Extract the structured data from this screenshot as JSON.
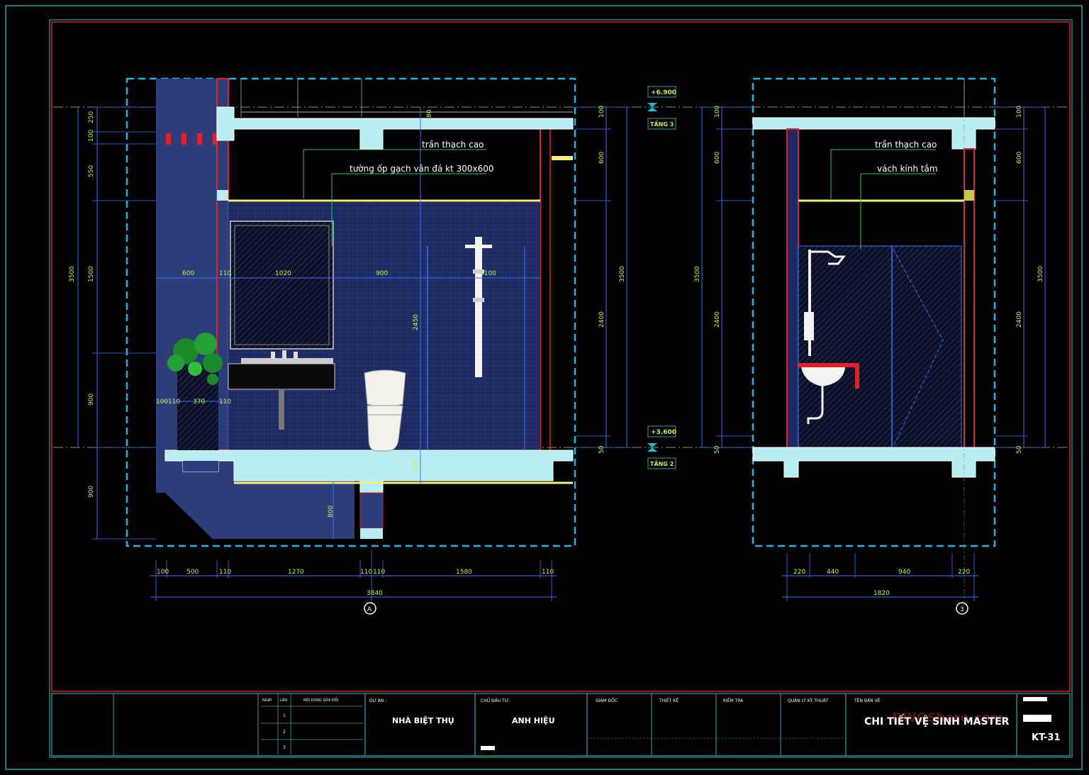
{
  "elevation_a": {
    "annotations": {
      "ceiling_label": "trần thạch cao",
      "wall_tile_label": "tường ốp gạch vân đá kt 300x600"
    },
    "left_dims": [
      "250",
      "100",
      "550",
      "1500",
      "900",
      "900"
    ],
    "left_total": "3500",
    "right_dims": [
      "100",
      "600",
      "2400",
      "50"
    ],
    "right_total": "3500",
    "inner_dims": [
      "600",
      "110",
      "1020",
      "900",
      "1100"
    ],
    "lower_inner_dims": [
      "100",
      "110",
      "370",
      "110"
    ],
    "vertical_inner": [
      "80",
      "2450",
      "300",
      "800"
    ],
    "bottom_dims": [
      "100",
      "500",
      "110",
      "1270",
      "110",
      "110",
      "1580",
      "110"
    ],
    "bottom_total": "3840",
    "axis_marker": "A"
  },
  "levels": {
    "upper": {
      "value": "+6.900",
      "floor": "TẦNG 3"
    },
    "lower": {
      "value": "+3.600",
      "floor": "TẦNG 2"
    }
  },
  "elevation_b": {
    "annotations": {
      "ceiling_label": "trần thạch cao",
      "glass_label": "vách kính tắm"
    },
    "left_dims": [
      "100",
      "600",
      "2400",
      "50"
    ],
    "left_total": "3500",
    "right_dims": [
      "100",
      "600",
      "2400",
      "50"
    ],
    "right_total": "3500",
    "bottom_dims": [
      "220",
      "440",
      "940",
      "220"
    ],
    "bottom_total": "1820",
    "axis_marker": "3"
  },
  "title_block": {
    "revision_header": [
      "NGÀY",
      "LẦN",
      "NỘI DUNG SỬA ĐỔI"
    ],
    "revision_rows": [
      "1",
      "2",
      "3"
    ],
    "project_label": "DỰ ÁN :",
    "project_name": "NHÀ BIỆT THỤ",
    "owner_label": "CHỦ ĐẦU TƯ:",
    "owner_name": "ANH HIỆU",
    "sign_labels": [
      "GIÁM ĐỐC",
      "THIẾT KẾ",
      "KIỂM TRA",
      "QUẢN LÝ KỸ THUẬT"
    ],
    "drawing_label": "TÊN BẢN VẼ",
    "drawing_title": "CHI TIẾT VỆ SINH MASTER",
    "watermark": "DWGShare.com",
    "sheet_number": "KT-31"
  },
  "colors": {
    "background": "#000000",
    "frame": "#2aa6a6",
    "border_red": "#e0202a",
    "dashed_cyan": "#17b7e6",
    "wall_fill": "#b8eef2",
    "tile_fill": "#1e2b63",
    "dimension": "#c9f03a",
    "ceiling_line": "#f4f07a"
  }
}
